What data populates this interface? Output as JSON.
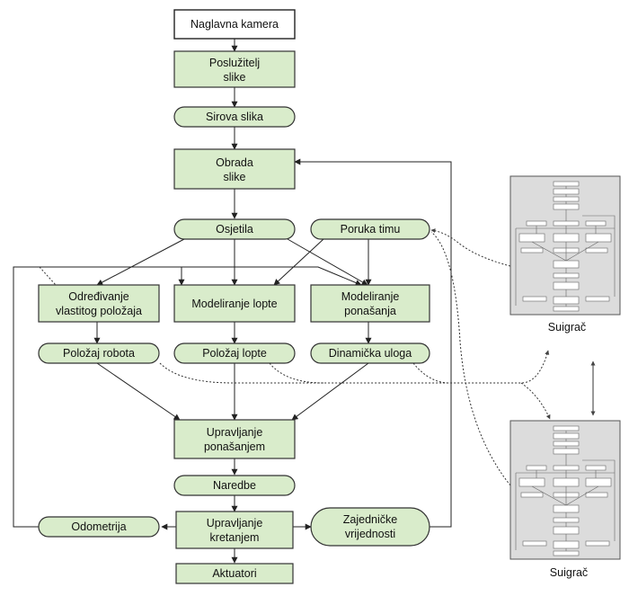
{
  "nodes": {
    "naglavna_kamera": "Naglavna kamera",
    "posluzitelj_slike": [
      "Poslužitelj",
      "slike"
    ],
    "sirova_slika": "Sirova slika",
    "obrada_slike": [
      "Obrada",
      "slike"
    ],
    "osjetila": "Osjetila",
    "poruka_timu": "Poruka timu",
    "odredivanje": [
      "Određivanje",
      "vlastitog položaja"
    ],
    "modeliranje_lopte": "Modeliranje lopte",
    "modeliranje_ponasanja": [
      "Modeliranje",
      "ponašanja"
    ],
    "polozaj_robota": "Položaj robota",
    "polozaj_lopte": "Položaj lopte",
    "dinamicka_uloga": "Dinamička uloga",
    "upravljanje_ponasanjem": [
      "Upravljanje",
      "ponašanjem"
    ],
    "naredbe": "Naredbe",
    "odometrija": "Odometrija",
    "upravljanje_kretanjem": [
      "Upravljanje",
      "kretanjem"
    ],
    "zajednicke_vrijednosti": [
      "Zajedničke",
      "vrijednosti"
    ],
    "aktuatori": "Aktuatori"
  },
  "teammates": {
    "top_caption": "Suigrač",
    "bottom_caption": "Suigrač"
  },
  "colors": {
    "box_fill": "#d9eccb",
    "stroke": "#333333",
    "thumb_fill": "#dcdcdc"
  }
}
